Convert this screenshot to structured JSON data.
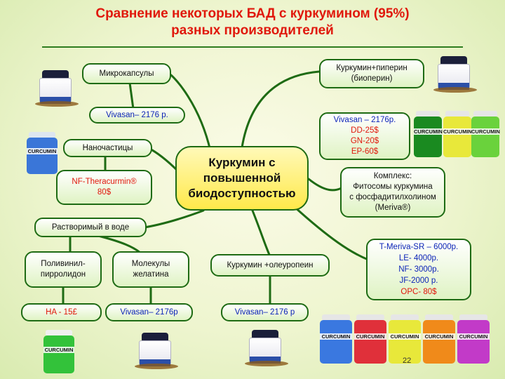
{
  "title": {
    "line1": "Сравнение некоторых БАД с куркумином (95%)",
    "line2": "разных производителей"
  },
  "center": "Куркумин с повышенной биодоступностью",
  "nodes": {
    "microcapsules": "Микрокапсулы",
    "microcapsules_price": "Vivasan– 2176 р.",
    "nanoparticles": "Наночастицы",
    "nf_theracurmin_line1": "NF-Theracurmin®",
    "nf_theracurmin_line2": "80$",
    "soluble": "Растворимый в воде",
    "pvp_line1": "Поливинил-",
    "pvp_line2": "пирролидон",
    "pvp_price": "HA - 15£",
    "gelatin_line1": "Молекулы",
    "gelatin_line2": "желатина",
    "gelatin_price": "Vivasan– 2176р",
    "oleuropein": "Куркумин +олеуропеин",
    "oleuropein_price": "Vivasan– 2176 р",
    "piperine_line1": "Куркумин+пиперин",
    "piperine_line2": "(биоперин)",
    "piperine_prices": [
      "Vivasan – 2176р.",
      "DD-25$",
      "GN-20$",
      "EP-60$"
    ],
    "complex_lines": [
      "Комплекс:",
      "Фитосомы куркумина",
      "с фосфадитилхолином",
      "(Meriva®)"
    ],
    "meriva_prices": [
      "T-Meriva-SR – 6000р.",
      "LE- 4000р.",
      "NF- 3000р.",
      "JF-2000 р.",
      "OPC- 80$"
    ]
  },
  "jar_label": "CURCUMIN",
  "page_number": "22",
  "colors": {
    "title": "#e0180c",
    "accent_line": "#2e7d1f",
    "price_red": "#e0180c",
    "price_blue": "#0d24b8",
    "center_fill": "#ffe94a"
  }
}
